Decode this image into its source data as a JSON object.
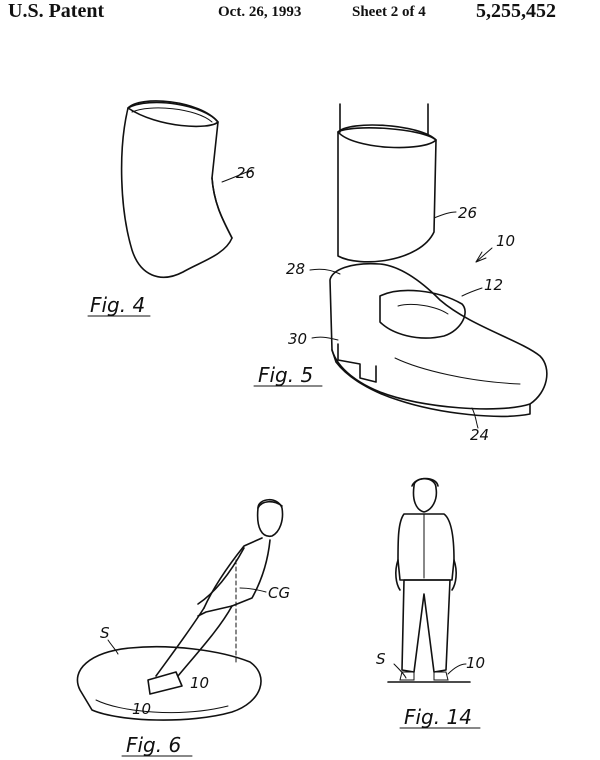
{
  "header": {
    "patent_label": "U.S. Patent",
    "date": "Oct. 26, 1993",
    "sheet": "Sheet 2 of 4",
    "patent_number": "5,255,452"
  },
  "figures": {
    "fig4": {
      "caption": "Fig. 4",
      "ref_26": "26"
    },
    "fig5": {
      "caption": "Fig. 5",
      "ref_10": "10",
      "ref_26": "26",
      "ref_28": "28",
      "ref_12": "12",
      "ref_30": "30",
      "ref_24": "24"
    },
    "fig6": {
      "caption": "Fig. 6",
      "ref_cg": "CG",
      "ref_s": "S",
      "ref_10a": "10",
      "ref_10b": "10"
    },
    "fig14": {
      "caption": "Fig. 14",
      "ref_s": "S",
      "ref_10": "10"
    }
  }
}
